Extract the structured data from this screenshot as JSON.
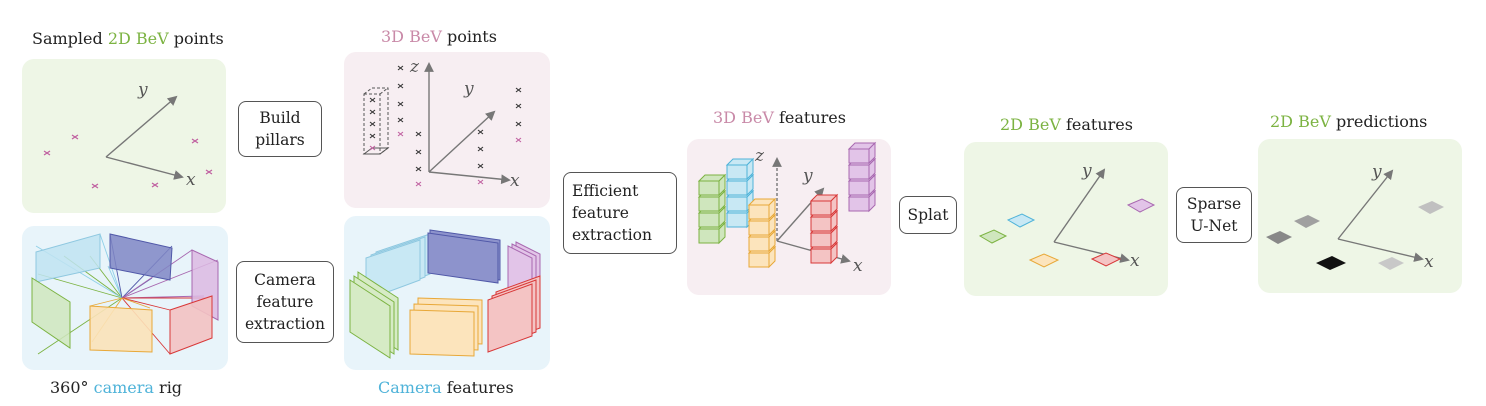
{
  "captions": {
    "sampled": {
      "pre": "Sampled ",
      "hl": "2D BeV",
      "post": " points"
    },
    "bev3d_points": {
      "hl": "3D BeV",
      "post": " points"
    },
    "camera_rig": {
      "pre": "360° ",
      "hl": "camera",
      "post": " rig"
    },
    "camera_features": {
      "hl": "Camera",
      "post": " features"
    },
    "bev3d_features": {
      "hl": "3D BeV",
      "post": " features"
    },
    "bev2d_features": {
      "hl": "2D BeV",
      "post": " features"
    },
    "bev2d_predictions": {
      "hl": "2D BeV",
      "post": " predictions"
    }
  },
  "steps": {
    "build_pillars": [
      "Build",
      "pillars"
    ],
    "camera_feature_extraction": [
      "Camera",
      "feature",
      "extraction"
    ],
    "efficient_feature_extraction": [
      "Efficient",
      "feature",
      "extraction"
    ],
    "splat": [
      "Splat"
    ],
    "sparse_unet": [
      "Sparse",
      "U-Net"
    ]
  },
  "axes": {
    "x": "x",
    "y": "y",
    "z": "z"
  },
  "colors": {
    "green_hl": "#7cb342",
    "pink_hl": "#c98aa8",
    "cyan_hl": "#4fb3d9",
    "panel_green": "#eef6e6",
    "panel_pink": "#f7eef2",
    "panel_blue": "#e8f4fa"
  }
}
